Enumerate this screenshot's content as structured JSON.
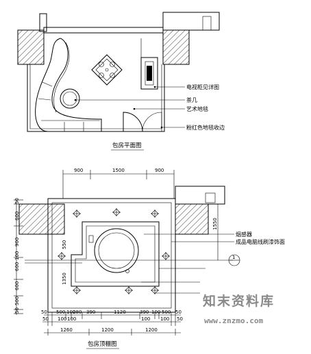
{
  "plan_view": {
    "title": "包房平面图",
    "labels": {
      "tv_cabinet": "电视柜见详图",
      "tea_table": "茶几",
      "art_carpet": "艺术地毯",
      "edge_trim": "粉红色地毯收边"
    }
  },
  "ceiling_view": {
    "title": "包房顶棚图",
    "labels": {
      "smoke_detector": "烟感器",
      "finish": "成品电脑线刷漆饰面"
    },
    "dims_top": [
      "900",
      "1500",
      "900"
    ],
    "dims_left": [
      "50",
      "600",
      "900",
      "600",
      "100",
      "600",
      "500",
      "50"
    ],
    "dims_right": [
      "1550"
    ],
    "dims_inner_left": [
      "550",
      "1350"
    ],
    "dims_bottom_1": [
      "50",
      "500",
      "100",
      "280",
      "390",
      "1120",
      "390",
      "100",
      "500",
      "50"
    ],
    "dims_bottom_2": [
      "50",
      "100",
      "100",
      "100",
      "100",
      "50"
    ],
    "dims_bottom_3": [
      "1260",
      "1200",
      "1200"
    ],
    "section_marker": "1"
  },
  "watermark": {
    "text_cn": "知末资料库",
    "url": "www.znzmo.com"
  }
}
